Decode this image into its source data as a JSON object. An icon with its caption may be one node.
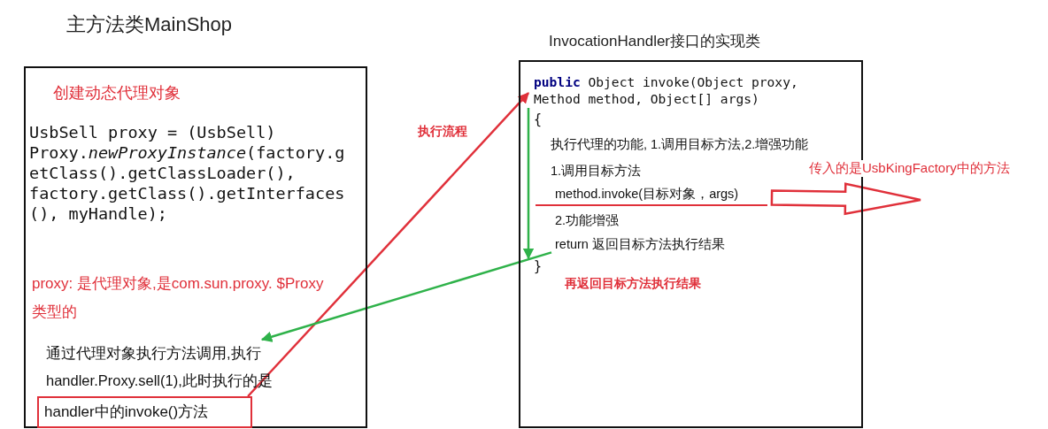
{
  "diagram": {
    "nodes": [
      {
        "text": [
          "主方法类MainShop",
          "创建动态代理对象",
          "UsbSell proxy = (UsbSell) Proxy.*newProxyInstance*(factory.getClass().getClassLoader(), factory.getClass().getInterfaces(), myHandle);",
          "proxy: 是代理对象,是com.sun.proxy. $Proxy类型的"
        ]
      },
      {
        "text": [
          "通过代理对象执行方法调用,执行 handler.Proxy.sell(1),此时执行的是"
        ],
        "in": 0
      },
      {
        "text": [
          "handler中的invoke()方法"
        ],
        "in": 0
      },
      {
        "text": [
          "InvocationHandler接口的实现类",
          "{",
          "执行代理的功能, 1.调用目标方法,2.增强功能",
          "1.调用目标方法",
          "2.功能增强"
        ]
      },
      {
        "text": [
          "**public** Object invoke(Object proxy, Method method, Object[] args)"
        ],
        "in": 3
      },
      {
        "text": [
          "method.invoke(目标对象，args)"
        ],
        "in": 3
      },
      {
        "text": [
          "return 返回目标方法执行结果"
        ],
        "in": 3
      },
      {
        "text": [
          "}"
        ],
        "in": 3
      }
    ],
    "edges": [
      {
        "from": 2,
        "to": 4,
        "arrow": "to",
        "label": "执行流程",
        "color": "#e0303a"
      },
      {
        "from": 4,
        "to": 7,
        "arrow": "to"
      },
      {
        "from": 6,
        "to": 1,
        "arrow": "to",
        "label": "再返回目标方法执行结果"
      },
      {
        "from": 5,
        "to": null,
        "arrow": "to",
        "label": "传入的是UsbKingFactory中的方法",
        "style": "thick",
        "color": "#e0303a"
      }
    ]
  }
}
